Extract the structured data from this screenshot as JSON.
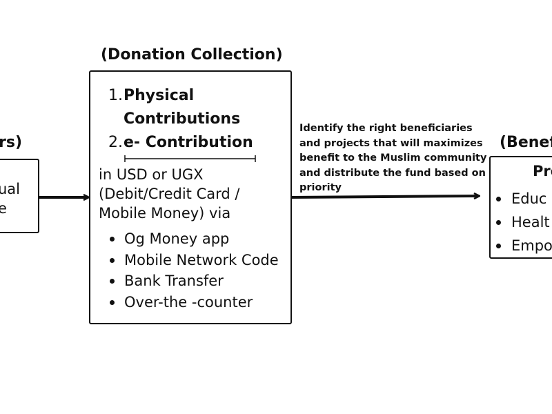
{
  "colors": {
    "stroke": "#111111",
    "background": "#ffffff"
  },
  "donors": {
    "heading_fragment": "rs)",
    "box_line1": "ual",
    "box_line2": "e"
  },
  "collection": {
    "heading": "(Donation Collection)",
    "items": [
      {
        "num": "1.",
        "label": "Physical Contributions"
      },
      {
        "num": "2.",
        "label": "e- Contribution"
      }
    ],
    "description_lines": [
      "in USD or UGX",
      "(Debit/Credit Card /",
      "Mobile Money) via"
    ],
    "channels": [
      "Og Money app",
      "Mobile Network Code",
      "Bank Transfer",
      "Over-the -counter"
    ]
  },
  "annotation": "Identify the right beneficiaries and projects that will maximizes benefit to the Muslim community and distribute the fund based on priority",
  "beneficiaries": {
    "heading_fragment": "(Benef",
    "subheading_fragment": "Pro",
    "items": [
      "Educ",
      "Healt",
      "Empo"
    ]
  }
}
